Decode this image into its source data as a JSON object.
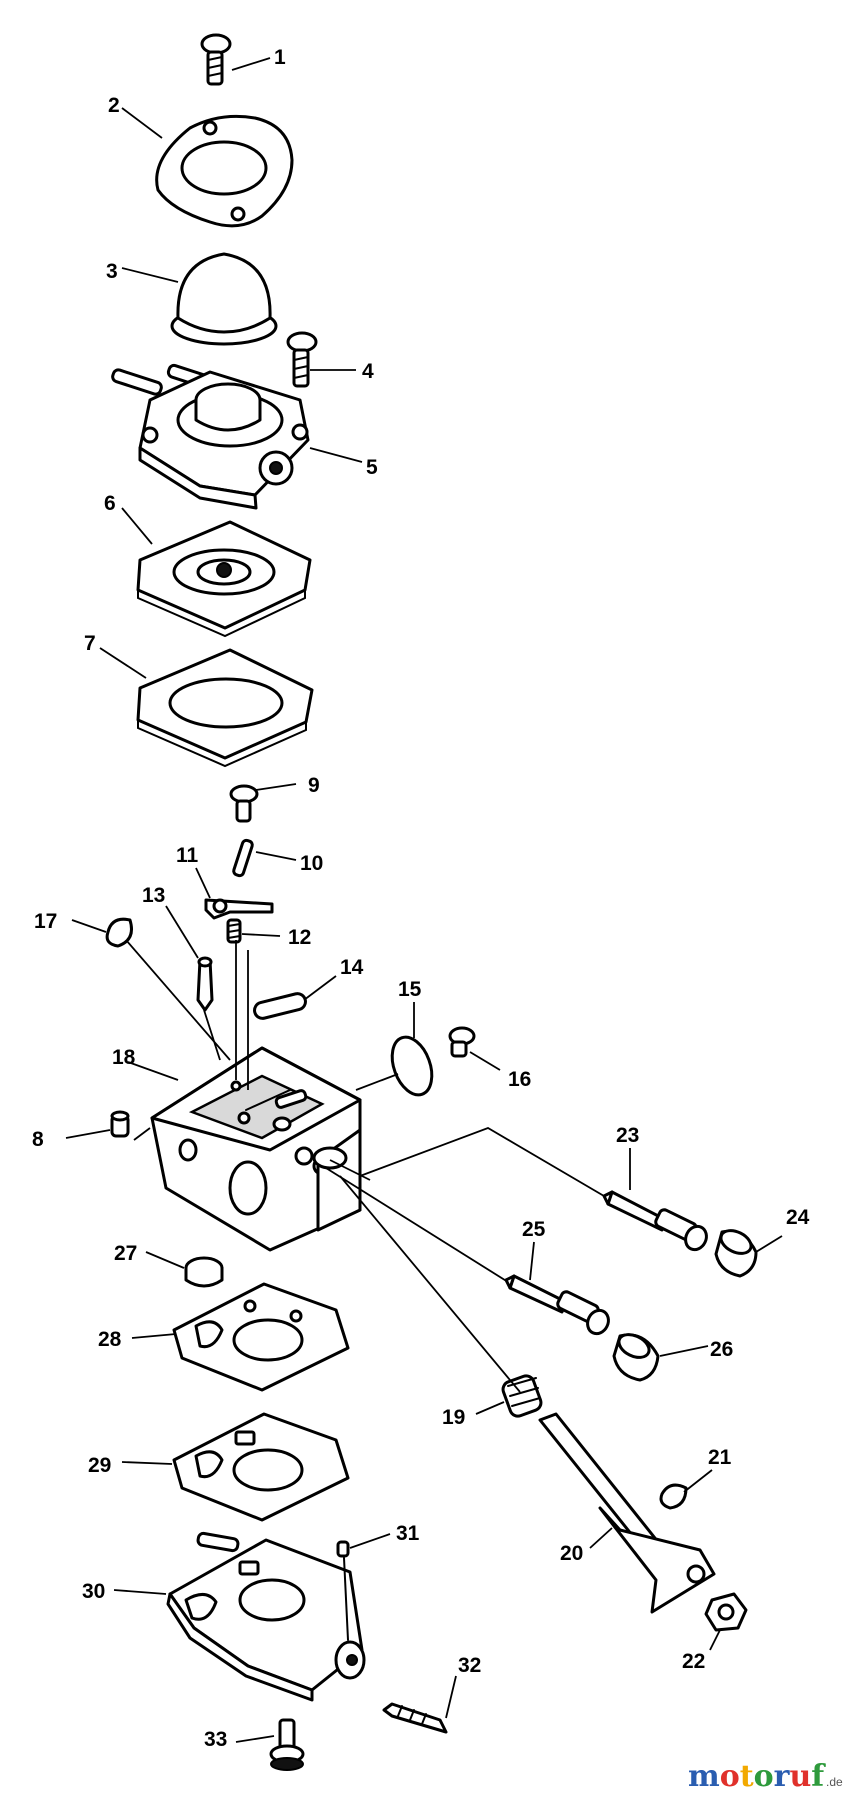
{
  "callouts": [
    "1",
    "2",
    "3",
    "4",
    "5",
    "6",
    "7",
    "9",
    "10",
    "11",
    "12",
    "13",
    "14",
    "15",
    "16",
    "17",
    "18",
    "8",
    "19",
    "20",
    "21",
    "22",
    "23",
    "24",
    "25",
    "26",
    "27",
    "28",
    "29",
    "30",
    "31",
    "32",
    "33"
  ],
  "watermark": {
    "letters": [
      "m",
      "o",
      "t",
      "o",
      "r",
      "u",
      "f"
    ],
    "suffix": ".de",
    "colors": [
      "#2a5db0",
      "#e0312b",
      "#f2a900",
      "#2e9a3c",
      "#2a5db0",
      "#e0312b",
      "#2e9a3c"
    ]
  }
}
